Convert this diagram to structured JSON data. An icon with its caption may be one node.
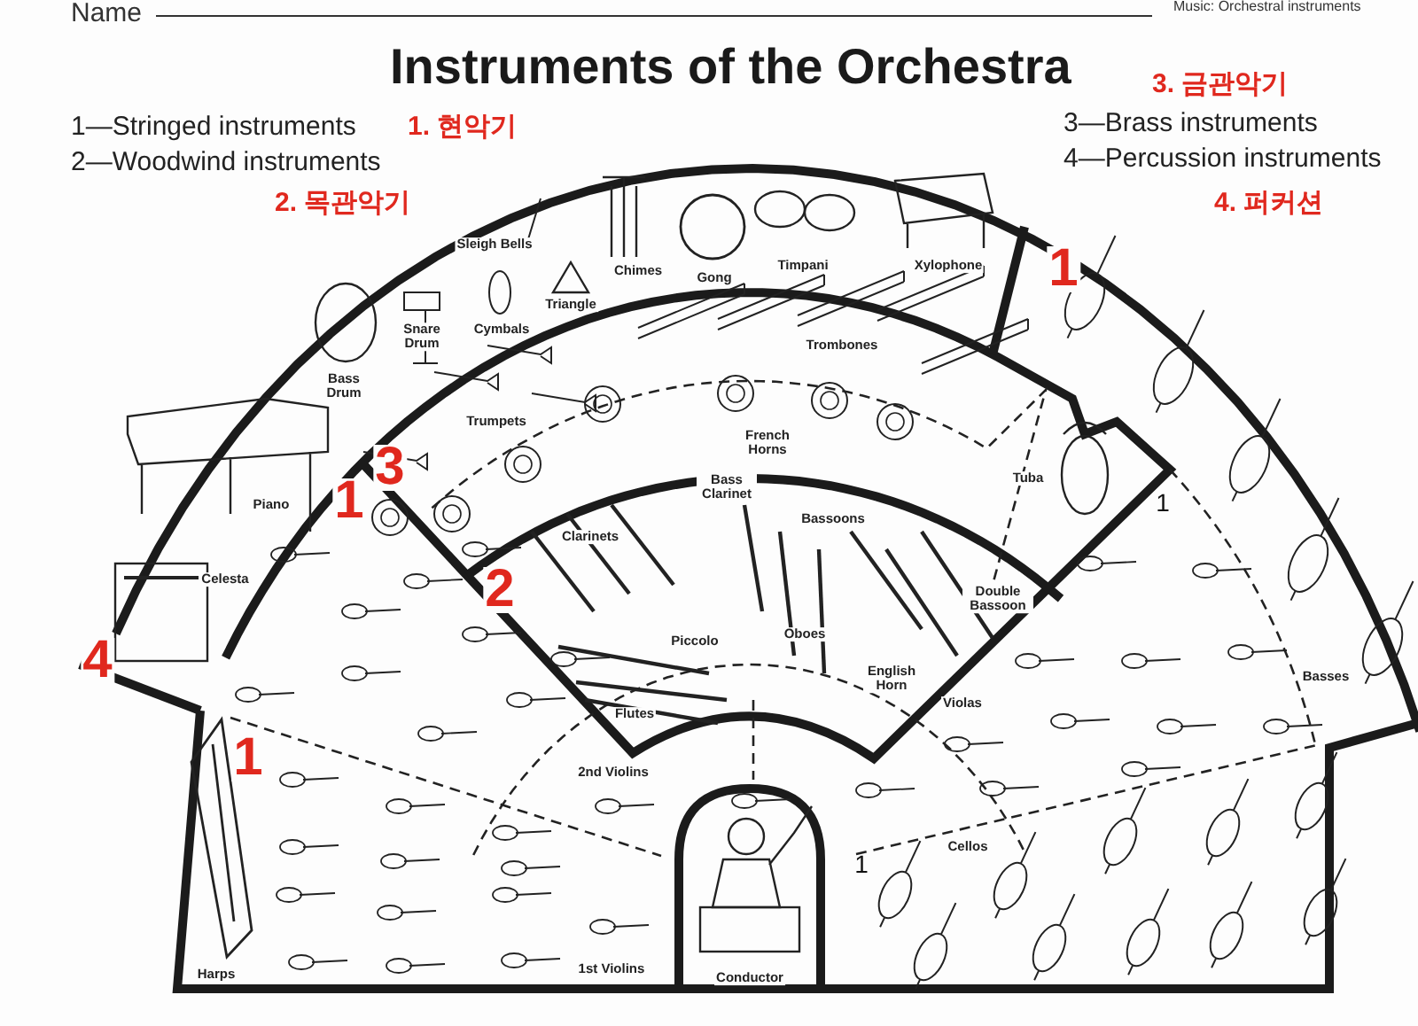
{
  "diagram": {
    "title": "Instruments of the Orchestra",
    "labels": [
      "Name",
      "Music: Orchestral instruments",
      "3. 금관악기",
      "1—Stringed instruments",
      "1. 현악기",
      "3—Brass instruments",
      "2—Woodwind instruments",
      "4—Percussion instruments",
      "2. 목관악기",
      "4. 퍼커션",
      "Sleigh Bells",
      "1",
      "Chimes",
      "Gong",
      "Timpani",
      "Xylophone",
      "Triangle",
      "Cymbals",
      "Snare Drum",
      "Trombones",
      "Bass Drum",
      "Trumpets",
      "French Horns",
      "3",
      "Tuba",
      "Bass Clarinet",
      "1",
      "1",
      "Piano",
      "Bassoons",
      "Clarinets",
      "Celesta",
      "2",
      "Double Bassoon",
      "Oboes",
      "Piccolo",
      "4",
      "Basses",
      "English Horn",
      "Violas",
      "Flutes",
      "1",
      "2nd Violins",
      "Cellos",
      "1",
      "Harps",
      "1st Violins",
      "Conductor"
    ]
  }
}
